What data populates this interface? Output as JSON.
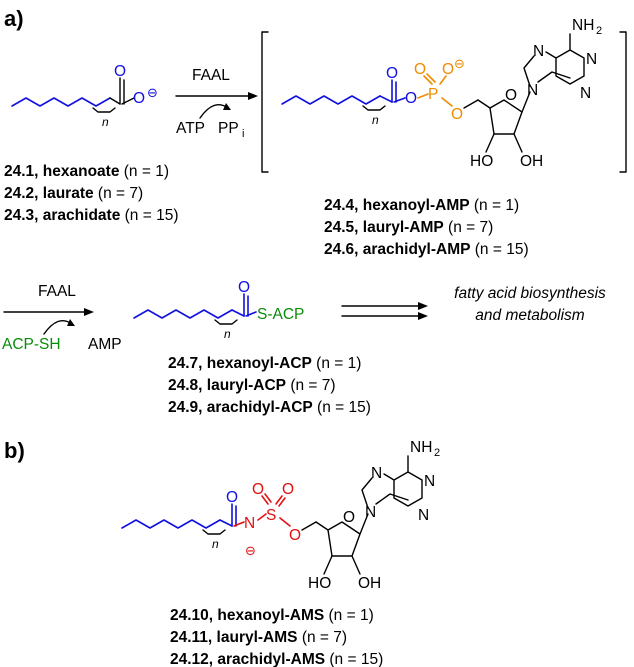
{
  "panels": {
    "a": "a)",
    "b": "b)"
  },
  "colors": {
    "acyl": "#1010e0",
    "phosphate": "#f08c00",
    "acp": "#0a8a0a",
    "sulfamoyl": "#e21010"
  },
  "atoms": {
    "O": "O",
    "P": "P",
    "S": "S",
    "N": "N",
    "NH": "NH",
    "sub2": "2",
    "OH": "OH",
    "HO": "HO",
    "n": "n",
    "minus": "⊖"
  },
  "step1": {
    "enzyme": "FAAL",
    "cofactor_in": "ATP",
    "cofactor_out": "PP",
    "cofactor_out_sub": "i"
  },
  "step2": {
    "enzyme": "FAAL",
    "cofactor_in": "ACP-SH",
    "cofactor_out": "AMP"
  },
  "acyl_acp_label": "S-ACP",
  "downstream": {
    "line1": "fatty acid biosynthesis",
    "line2": "and metabolism"
  },
  "captions": {
    "substrates": [
      {
        "id": "24.1, hexanoate",
        "n": " (n = 1)"
      },
      {
        "id": "24.2, laurate",
        "n": " (n = 7)"
      },
      {
        "id": "24.3, arachidate",
        "n": " (n = 15)"
      }
    ],
    "intermediates": [
      {
        "id": "24.4, hexanoyl-AMP",
        "n": " (n = 1)"
      },
      {
        "id": "24.5, lauryl-AMP",
        "n": " (n = 7)"
      },
      {
        "id": "24.6, arachidyl-AMP",
        "n": " (n = 15)"
      }
    ],
    "acp": [
      {
        "id": "24.7, hexanoyl-ACP",
        "n": " (n = 1)"
      },
      {
        "id": "24.8, lauryl-ACP",
        "n": " (n = 7)"
      },
      {
        "id": "24.9, arachidyl-ACP",
        "n": " (n = 15)"
      }
    ],
    "ams": [
      {
        "id": "24.10, hexanoyl-AMS",
        "n": " (n = 1)"
      },
      {
        "id": "24.11, lauryl-AMS",
        "n": " (n = 7)"
      },
      {
        "id": "24.12, arachidyl-AMS",
        "n": " (n = 15)"
      }
    ]
  }
}
